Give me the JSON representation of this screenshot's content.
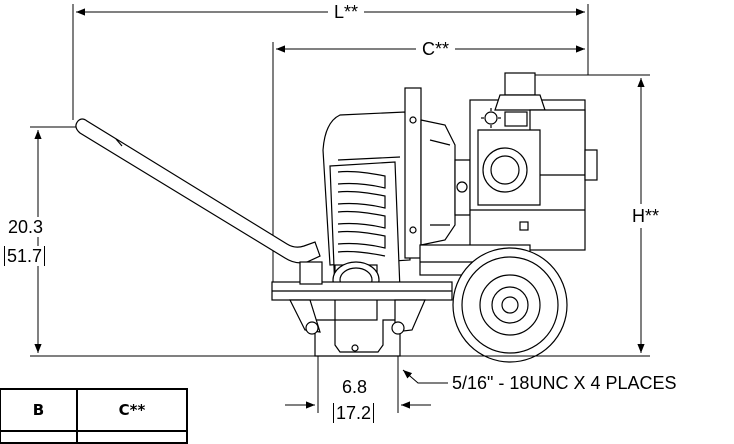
{
  "dimensions": {
    "length_label": "L**",
    "c_label": "C**",
    "height_label": "H**",
    "side_height_value": "20.3",
    "side_height_bracket": "51.7",
    "base_width_value": "6.8",
    "base_width_bracket": "17.2",
    "mounting_note": "5/16\" - 18UNC X 4 PLACES"
  },
  "spec_table": {
    "headers": [
      "B",
      "C**"
    ]
  }
}
